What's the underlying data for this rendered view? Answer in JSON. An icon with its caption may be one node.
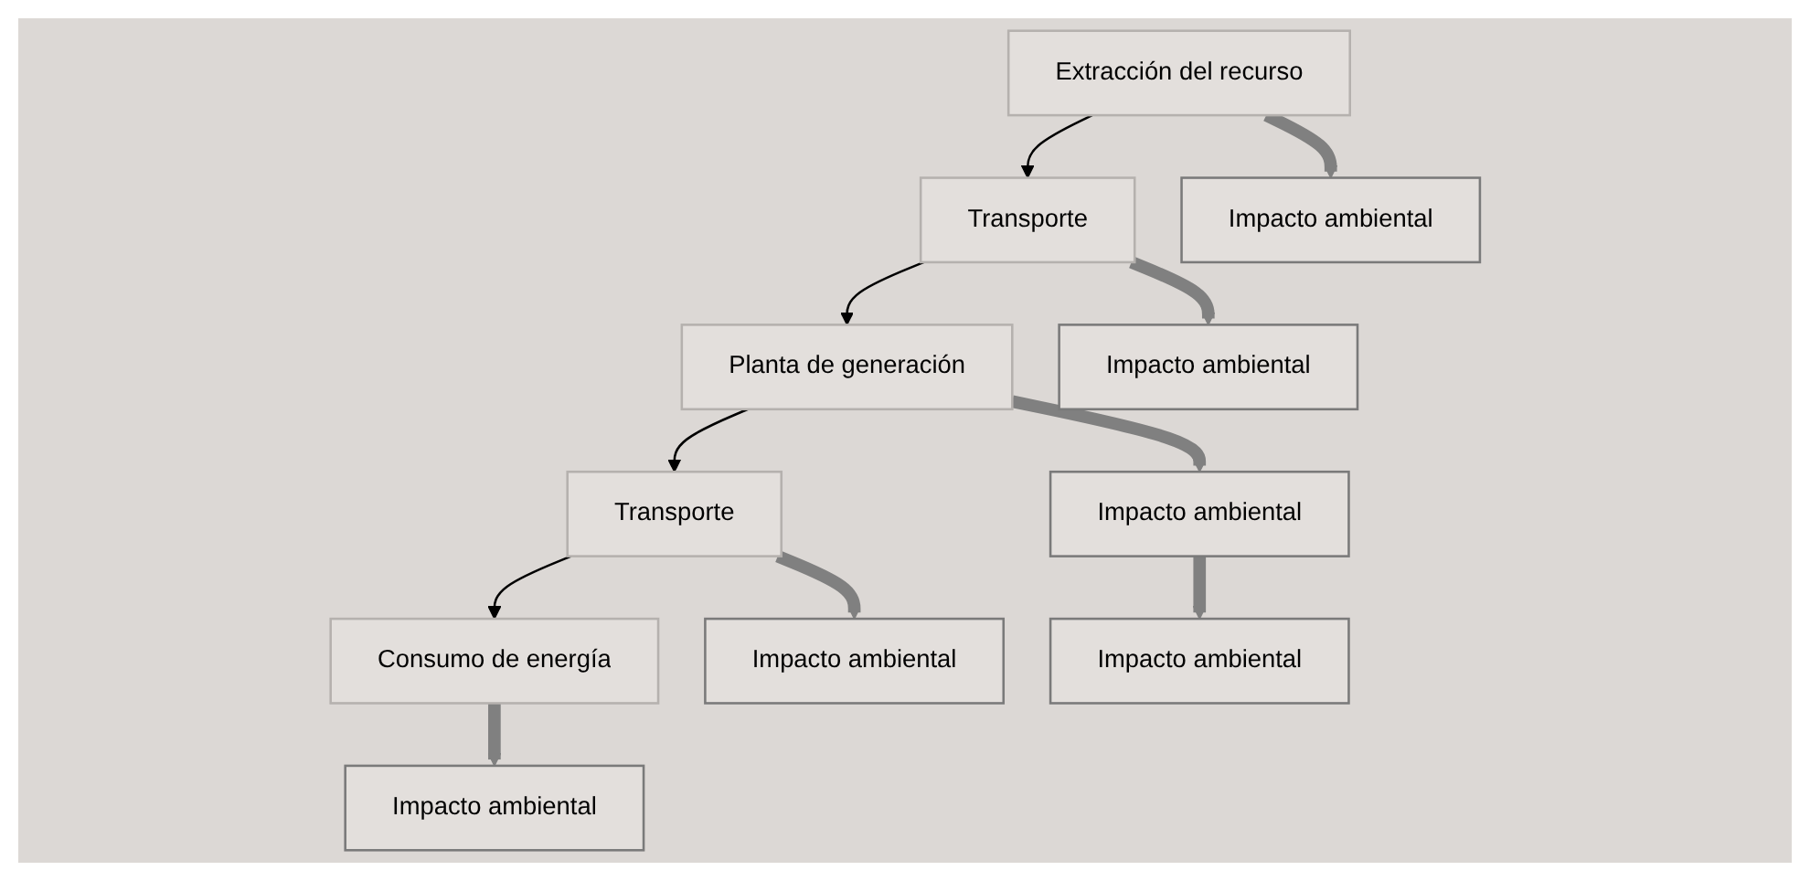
{
  "diagram": {
    "nodes": [
      {
        "text": [
          "Extracción del recurso"
        ]
      },
      {
        "text": [
          "Transporte"
        ]
      },
      {
        "text": [
          "Planta de generación"
        ]
      },
      {
        "text": [
          "Transporte"
        ]
      },
      {
        "text": [
          "Consumo de energía"
        ]
      },
      {
        "text": [
          "Impacto ambiental"
        ]
      },
      {
        "text": [
          "Impacto ambiental"
        ]
      },
      {
        "text": [
          "Impacto ambiental"
        ]
      },
      {
        "text": [
          "Impacto ambiental"
        ]
      },
      {
        "text": [
          "Impacto ambiental"
        ]
      },
      {
        "text": [
          "Impacto ambiental"
        ]
      }
    ],
    "edges": [
      {
        "from": 0,
        "to": 1,
        "arrow": "to",
        "color": "#000000"
      },
      {
        "from": 1,
        "to": 2,
        "arrow": "to",
        "color": "#000000"
      },
      {
        "from": 2,
        "to": 3,
        "arrow": "to",
        "color": "#000000"
      },
      {
        "from": 3,
        "to": 4,
        "arrow": "to",
        "color": "#000000"
      },
      {
        "from": 0,
        "to": 5,
        "arrow": "to"
      },
      {
        "from": 1,
        "to": 6,
        "arrow": "to"
      },
      {
        "from": 2,
        "to": 7,
        "arrow": "to"
      },
      {
        "from": 3,
        "to": 8,
        "arrow": "to"
      },
      {
        "from": 4,
        "to": 9,
        "arrow": "to"
      },
      {
        "from": 7,
        "to": 10,
        "arrow": "to"
      }
    ]
  }
}
